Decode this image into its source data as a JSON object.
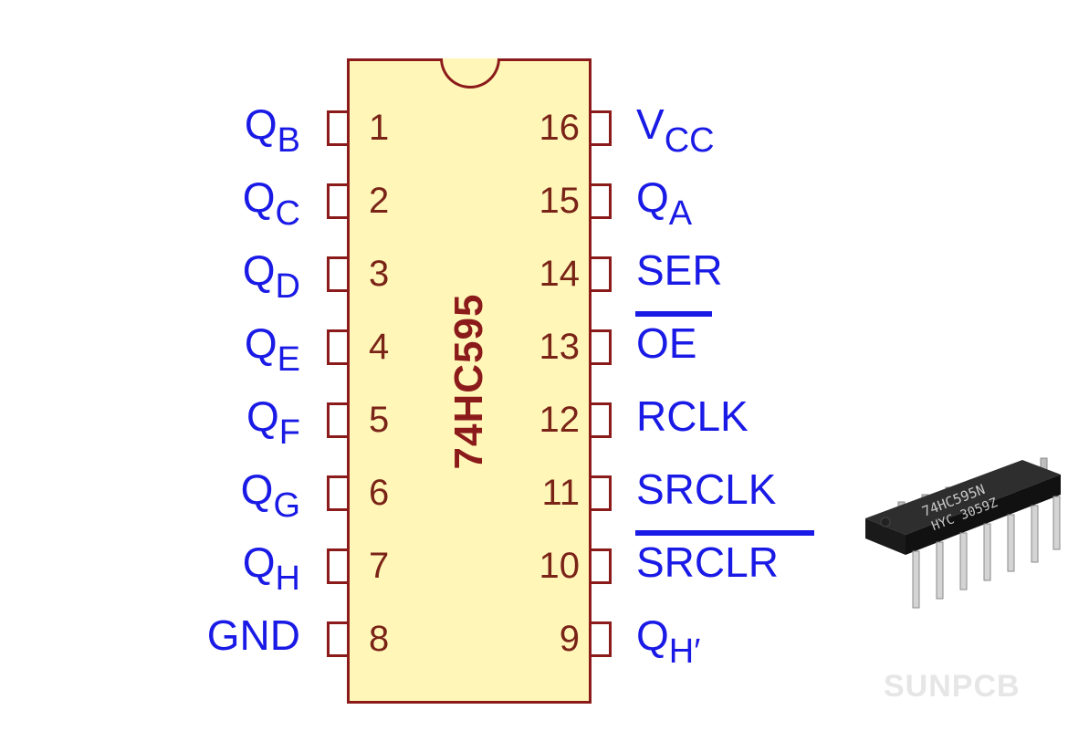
{
  "chip": {
    "part_number": "74HC595"
  },
  "pins_left": [
    {
      "num": "1",
      "name": "Q",
      "sub": "B",
      "suffix": "",
      "overbar": false
    },
    {
      "num": "2",
      "name": "Q",
      "sub": "C",
      "suffix": "",
      "overbar": false
    },
    {
      "num": "3",
      "name": "Q",
      "sub": "D",
      "suffix": "",
      "overbar": false
    },
    {
      "num": "4",
      "name": "Q",
      "sub": "E",
      "suffix": "",
      "overbar": false
    },
    {
      "num": "5",
      "name": "Q",
      "sub": "F",
      "suffix": "",
      "overbar": false
    },
    {
      "num": "6",
      "name": "Q",
      "sub": "G",
      "suffix": "",
      "overbar": false
    },
    {
      "num": "7",
      "name": "Q",
      "sub": "H",
      "suffix": "",
      "overbar": false
    },
    {
      "num": "8",
      "name": "GND",
      "sub": "",
      "suffix": "",
      "overbar": false
    }
  ],
  "pins_right": [
    {
      "num": "16",
      "name": "V",
      "sub": "CC",
      "suffix": "",
      "overbar": false
    },
    {
      "num": "15",
      "name": "Q",
      "sub": "A",
      "suffix": "",
      "overbar": false
    },
    {
      "num": "14",
      "name": "SER",
      "sub": "",
      "suffix": "",
      "overbar": false
    },
    {
      "num": "13",
      "name": "OE",
      "sub": "",
      "suffix": "",
      "overbar": true
    },
    {
      "num": "12",
      "name": "RCLK",
      "sub": "",
      "suffix": "",
      "overbar": false
    },
    {
      "num": "11",
      "name": "SRCLK",
      "sub": "",
      "suffix": "",
      "overbar": false
    },
    {
      "num": "10",
      "name": "SRCLR",
      "sub": "",
      "suffix": "",
      "overbar": true
    },
    {
      "num": "9",
      "name": "Q",
      "sub": "H",
      "suffix": "′",
      "overbar": false
    }
  ],
  "photo": {
    "marking_line1": "74HC595N",
    "marking_line2": "HYC 3059Z"
  },
  "watermark": "SUNPCB",
  "colors": {
    "outline": "#8b1a1a",
    "body_fill": "#fff6b8",
    "pin_label": "#1a1ae6",
    "pin_number": "#7a2418"
  }
}
